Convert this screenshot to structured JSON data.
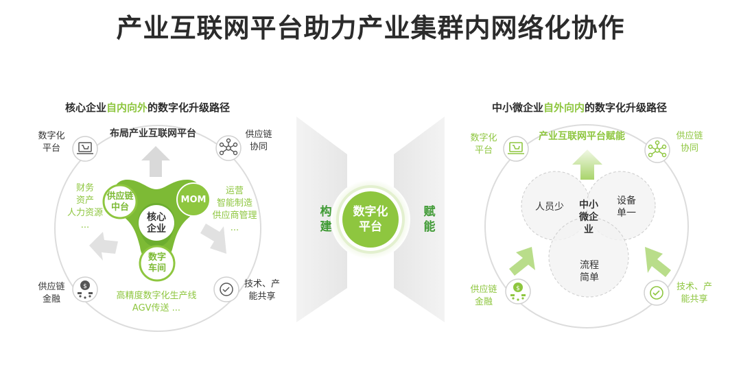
{
  "title": "产业互联网平台助力产业集群内网络化协作",
  "left": {
    "subtitle_pre": "核心企业",
    "subtitle_hl": "自内向外",
    "subtitle_post": "的数字化升级路径",
    "top_label": "布局产业互联网平台",
    "corner_tl": [
      "数字化",
      "平台"
    ],
    "corner_tr": [
      "供应链",
      "协同"
    ],
    "corner_bl": [
      "供应链",
      "金融"
    ],
    "corner_br": [
      "技术、产",
      "能共享"
    ],
    "center": [
      "核心",
      "企业"
    ],
    "node_left": [
      "供应链",
      "中台"
    ],
    "node_right": "MOM",
    "node_bottom": [
      "数字",
      "车间"
    ],
    "left_list": [
      "财务",
      "资产",
      "人力资源",
      "..."
    ],
    "right_list": [
      "运营",
      "智能制造",
      "供应商管理",
      "..."
    ],
    "bottom_list": [
      "高精度数字化生产线",
      "AGV传送 ..."
    ]
  },
  "middle": {
    "hub": [
      "数字化",
      "平台"
    ],
    "left_word": [
      "构",
      "建"
    ],
    "right_word": [
      "赋",
      "能"
    ]
  },
  "right": {
    "subtitle_pre": "中小微企业",
    "subtitle_hl": "自外向内",
    "subtitle_post": "的数字化升级路径",
    "top_label": "产业互联网平台赋能",
    "corner_tl": [
      "数字化",
      "平台"
    ],
    "corner_tr": [
      "供应链",
      "协同"
    ],
    "corner_bl": [
      "供应链",
      "金融"
    ],
    "corner_br": [
      "技术、产",
      "能共享"
    ],
    "venn_left": "人员少",
    "venn_right": [
      "设备",
      "单一"
    ],
    "venn_bottom": [
      "流程",
      "简单"
    ],
    "venn_center": [
      "中小",
      "微企",
      "业"
    ]
  },
  "icons": {
    "platform": "laptop-cart-icon",
    "collaboration": "network-nodes-icon",
    "finance": "coin-hand-icon",
    "sharing": "check-badge-icon"
  },
  "colors": {
    "green": "#8ec63f",
    "dark_green": "#3f9a34",
    "gray_arrow": "#d9d9d9",
    "circle_stroke": "#dcdcdc"
  }
}
